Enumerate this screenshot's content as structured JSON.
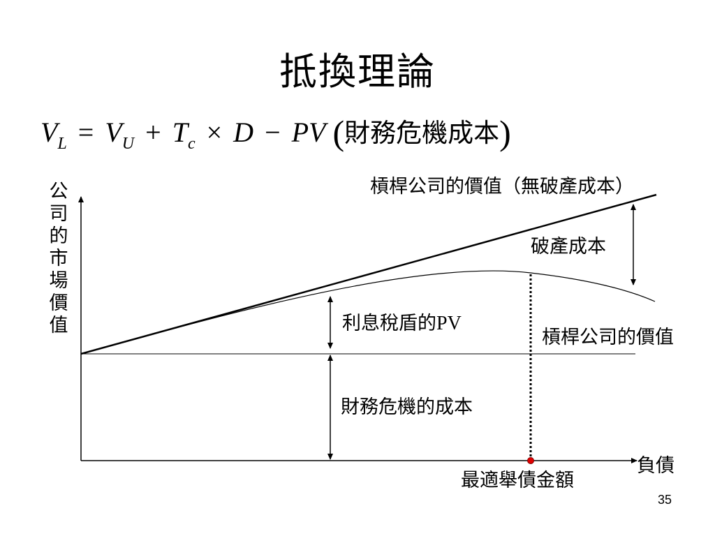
{
  "title": "抵換理論",
  "formula": {
    "lhs_var": "V",
    "lhs_sub": "L",
    "eq": "=",
    "t1_var": "V",
    "t1_sub": "U",
    "plus": "+",
    "t2_var": "T",
    "t2_sub": "c",
    "times": "×",
    "t3_var": "D",
    "minus": "−",
    "pv": "PV",
    "open": "(",
    "text": "財務危機成本",
    "close": ")"
  },
  "diagram": {
    "y_axis_label": [
      "公",
      "司",
      "的",
      "市",
      "場",
      "價",
      "值"
    ],
    "x_axis_label": "負債",
    "line_no_cost_label": "槓桿公司的價值（無破產成本）",
    "bankruptcy_cost_label": "破產成本",
    "tax_shield_label_cn": "利息稅盾的",
    "tax_shield_label_pv": "PV",
    "levered_value_label": "槓桿公司的價值",
    "distress_cost_label": "財務危機的成本",
    "optimal_debt_label": "最適舉債金額",
    "optimal_point_color": "#e00000"
  },
  "page_number": "35"
}
